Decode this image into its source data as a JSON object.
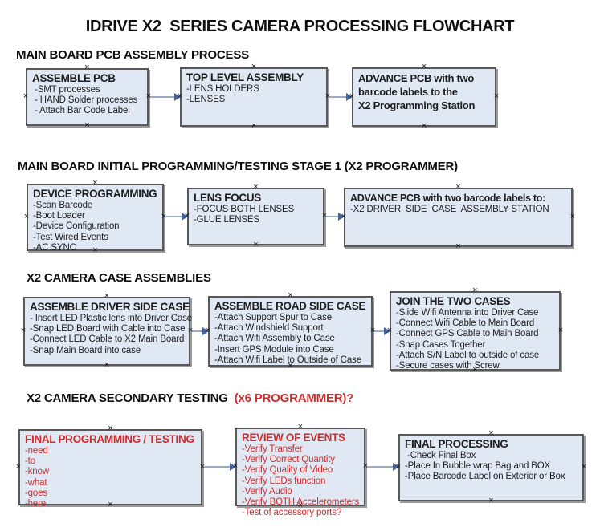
{
  "title": "IDRIVE X2  SERIES CAMERA PROCESSING FLOWCHART",
  "connection_marker": "×",
  "colors": {
    "box_fill": "#e0e8f4",
    "box_border": "#585858",
    "arrow_line": "#97acc7",
    "arrow_head": "#44639e",
    "red_text": "#cf2c2c",
    "black_text": "#1e1e1e"
  },
  "sections": [
    {
      "heading": "MAIN BOARD PCB ASSEMBLY PROCESS",
      "boxes": [
        {
          "title": "ASSEMBLE PCB",
          "lines": [
            " -SMT processes",
            " - HAND Solder processes",
            " - Attach Bar Code Label"
          ]
        },
        {
          "title": "TOP LEVEL ASSEMBLY",
          "lines": [
            "-LENS HOLDERS",
            "-LENSES"
          ]
        },
        {
          "title": "ADVANCE PCB with two\nbarcode labels to the\n X2 Programming Station",
          "lines": []
        }
      ]
    },
    {
      "heading": "MAIN BOARD INITIAL PROGRAMMING/TESTING STAGE 1 (X2 PROGRAMMER)",
      "boxes": [
        {
          "title": "DEVICE PROGRAMMING",
          "lines": [
            "-Scan Barcode",
            "-Boot Loader",
            "-Device Configuration",
            "-Test Wired Events",
            "-AC SYNC"
          ]
        },
        {
          "title": "LENS FOCUS",
          "lines": [
            "-FOCUS BOTH LENSES",
            "-GLUE LENSES"
          ]
        },
        {
          "title": "ADVANCE PCB with two barcode labels to:",
          "lines": [
            "-X2 DRIVER  SIDE  CASE  ASSEMBLY STATION"
          ]
        }
      ]
    },
    {
      "heading": "X2 CAMERA CASE ASSEMBLIES",
      "boxes": [
        {
          "title": "ASSEMBLE DRIVER SIDE CASE",
          "lines": [
            "- Insert LED Plastic lens into Driver Case",
            "-Snap LED Board with Cable into Case",
            "-Connect LED Cable to X2 Main Board",
            "-Snap Main Board into case"
          ]
        },
        {
          "title": "ASSEMBLE ROAD SIDE CASE",
          "lines": [
            "-Attach Support Spur to Case",
            "-Attach Windshield Support",
            "-Attach Wifi Assembly to Case",
            "-Insert GPS Module into Case",
            "-Attach Wifi Label to Outside of Case"
          ]
        },
        {
          "title": "JOIN THE TWO CASES",
          "lines": [
            "-Slide Wifi Antenna into Driver Case",
            "-Connect Wifi Cable to Main Board",
            "-Connect GPS Cable to Main Board",
            "-Snap Cases Together",
            "-Attach S/N Label to outside of case",
            "-Secure cases with Screw"
          ]
        }
      ]
    },
    {
      "heading_black": "X2 CAMERA SECONDARY TESTING  ",
      "heading_red": "(x6 PROGRAMMER)?",
      "boxes": [
        {
          "title": "FINAL PROGRAMMING / TESTING",
          "lines": [
            "-need",
            "-to",
            "-know",
            "-what",
            "-goes",
            "-here"
          ]
        },
        {
          "title": "REVIEW OF EVENTS",
          "lines": [
            "-Verify Transfer",
            "-Verify Correct Quantity",
            "-Verify Quality of Video",
            "-Verify LEDs function",
            "-Verify Audio",
            "-Verify BOTH Accelerometers",
            "-Test of accessory ports?"
          ]
        },
        {
          "title": "FINAL PROCESSING",
          "lines": [
            " -Check Final Box",
            "-Place In Bubble wrap Bag and BOX",
            "-Place Barcode Label on Exterior or Box"
          ]
        }
      ]
    }
  ]
}
